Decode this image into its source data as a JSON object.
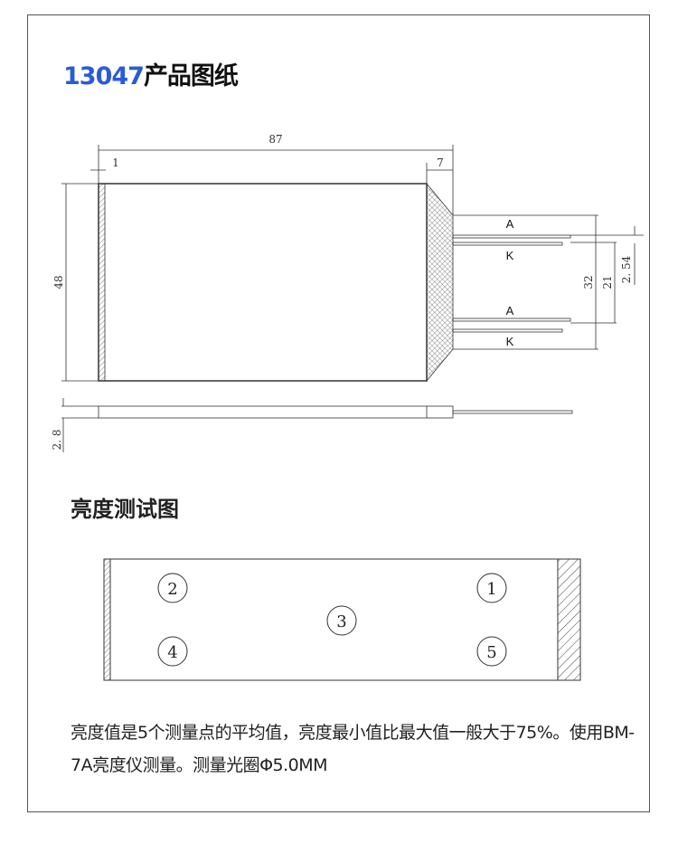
{
  "title": {
    "number": "13047",
    "text": "产品图纸"
  },
  "drawing": {
    "dims": {
      "width": "87",
      "edge": "1",
      "tail": "7",
      "height": "48",
      "pitch_outer": "32",
      "pitch_inner": "21",
      "pin_pitch": "2. 54",
      "thickness": "2. 8"
    },
    "pins": [
      "A",
      "K",
      "A",
      "K"
    ]
  },
  "section2": {
    "title": "亮度测试图",
    "points": [
      "1",
      "2",
      "3",
      "4",
      "5"
    ]
  },
  "note": "亮度值是5个测量点的平均值，亮度最小值比最大值一般大于75%。使用BM-7A亮度仪测量。测量光圈Φ5.0MM"
}
